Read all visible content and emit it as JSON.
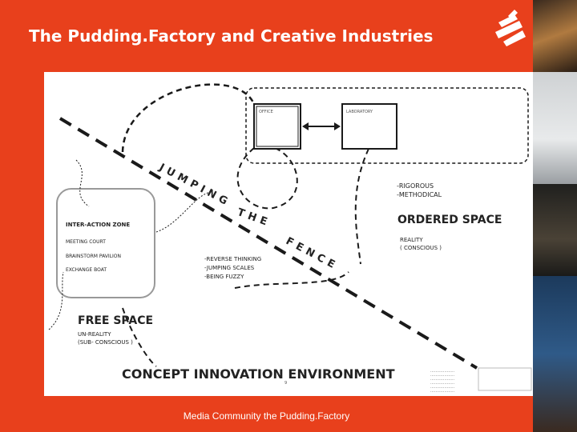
{
  "header": {
    "title": "The Pudding.Factory and Creative Industries"
  },
  "footer": {
    "text": "Media Community the Pudding.Factory"
  },
  "diagram": {
    "office_label": "OFFICE",
    "laboratory_label": "LABORATORY",
    "ordered_space": {
      "traits": [
        "-RIGOROUS",
        "-METHODICAL"
      ],
      "title": "ORDERED SPACE",
      "reality": "REALITY",
      "conscious": "( CONSCIOUS )"
    },
    "fence_words": [
      "JUMPING",
      "THE",
      "FENCE"
    ],
    "interaction_zone": {
      "title": "INTER-ACTION ZONE",
      "items": [
        "MEETING COURT",
        "BRAINSTORM PAVILION",
        "EXCHANGE BOAT"
      ]
    },
    "fence_tactics": [
      "-REVERSE THINKING",
      "-JUMPING SCALES",
      "-BEING FUZZY"
    ],
    "free_space": {
      "title": "FREE SPACE",
      "unreality": "UN-REALITY",
      "subconscious": "(SUB- CONSCIOUS )"
    },
    "bottom_title": "CONCEPT  INNOVATION ENVIRONMENT",
    "page_mark": "9",
    "credits": [
      "...................",
      "...................",
      "...................",
      "...................",
      "...................",
      "...................",
      "...................",
      "..................."
    ]
  },
  "colors": {
    "brand": "#e8401c",
    "ink": "#1a1a1a"
  },
  "icons": {
    "logo": "stripe-logo-icon"
  }
}
